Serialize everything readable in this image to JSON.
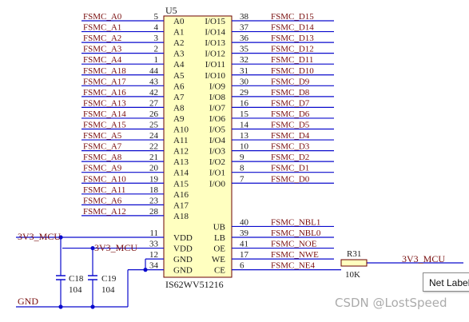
{
  "colors": {
    "wire": "#0a0acd",
    "net_label": "#7a1010",
    "pin_number": "#8a1010",
    "chip_fill": "#ffffc0",
    "chip_border": "#6b0000",
    "text": "#1a1a1a",
    "junction": "#0a0acd"
  },
  "chip": {
    "designator": "U5",
    "part_name": "IS62WV51216",
    "left_pins": [
      {
        "net": "FSMC_A0",
        "num": "5",
        "name": "A0"
      },
      {
        "net": "FSMC_A1",
        "num": "4",
        "name": "A1"
      },
      {
        "net": "FSMC_A2",
        "num": "3",
        "name": "A2"
      },
      {
        "net": "FSMC_A3",
        "num": "2",
        "name": "A3"
      },
      {
        "net": "FSMC_A4",
        "num": "1",
        "name": "A4"
      },
      {
        "net": "FSMC_A18",
        "num": "44",
        "name": "A5"
      },
      {
        "net": "FSMC_A17",
        "num": "43",
        "name": "A6"
      },
      {
        "net": "FSMC_A16",
        "num": "42",
        "name": "A7"
      },
      {
        "net": "FSMC_A13",
        "num": "27",
        "name": "A8"
      },
      {
        "net": "FSMC_A14",
        "num": "26",
        "name": "A9"
      },
      {
        "net": "FSMC_A15",
        "num": "25",
        "name": "A10"
      },
      {
        "net": "FSMC_A5",
        "num": "24",
        "name": "A11"
      },
      {
        "net": "FSMC_A7",
        "num": "22",
        "name": "A12"
      },
      {
        "net": "FSMC_A8",
        "num": "21",
        "name": "A13"
      },
      {
        "net": "FSMC_A9",
        "num": "20",
        "name": "A14"
      },
      {
        "net": "FSMC_A10",
        "num": "19",
        "name": "A15"
      },
      {
        "net": "FSMC_A11",
        "num": "18",
        "name": "A16"
      },
      {
        "net": "FSMC_A6",
        "num": "23",
        "name": "A17"
      },
      {
        "net": "FSMC_A12",
        "num": "28",
        "name": "A18"
      }
    ],
    "right_pins": [
      {
        "net": "FSMC_D15",
        "num": "38",
        "name": "I/O15"
      },
      {
        "net": "FSMC_D14",
        "num": "37",
        "name": "I/O14"
      },
      {
        "net": "FSMC_D13",
        "num": "36",
        "name": "I/O13"
      },
      {
        "net": "FSMC_D12",
        "num": "35",
        "name": "I/O12"
      },
      {
        "net": "FSMC_D11",
        "num": "32",
        "name": "I/O11"
      },
      {
        "net": "FSMC_D10",
        "num": "31",
        "name": "I/O10"
      },
      {
        "net": "FSMC_D9",
        "num": "30",
        "name": "I/O9"
      },
      {
        "net": "FSMC_D8",
        "num": "29",
        "name": "I/O8"
      },
      {
        "net": "FSMC_D7",
        "num": "16",
        "name": "I/O7"
      },
      {
        "net": "FSMC_D6",
        "num": "15",
        "name": "I/O6"
      },
      {
        "net": "FSMC_D5",
        "num": "14",
        "name": "I/O5"
      },
      {
        "net": "FSMC_D4",
        "num": "13",
        "name": "I/O4"
      },
      {
        "net": "FSMC_D3",
        "num": "10",
        "name": "I/O3"
      },
      {
        "net": "FSMC_D2",
        "num": "9",
        "name": "I/O2"
      },
      {
        "net": "FSMC_D1",
        "num": "8",
        "name": "I/O1"
      },
      {
        "net": "FSMC_D0",
        "num": "7",
        "name": "I/O0"
      }
    ],
    "control_pins": [
      {
        "net": "FSMC_NBL1",
        "num": "40",
        "name": "UB"
      },
      {
        "net": "FSMC_NBL0",
        "num": "39",
        "name": "LB"
      },
      {
        "net": "FSMC_NOE",
        "num": "41",
        "name": "OE"
      },
      {
        "net": "FSMC_NWE",
        "num": "17",
        "name": "WE"
      },
      {
        "net": "FSMC_NE4",
        "num": "6",
        "name": "CE"
      }
    ],
    "power_pins": [
      {
        "num": "11",
        "name": "VDD"
      },
      {
        "num": "33",
        "name": "VDD"
      },
      {
        "num": "12",
        "name": "GND"
      },
      {
        "num": "34",
        "name": "GND"
      }
    ]
  },
  "nets": {
    "vdd_left": "3V3_MCU",
    "vdd_mid": "3V3_MCU",
    "gnd": "GND",
    "ce_pullup": "3V3_MCU"
  },
  "capacitors": [
    {
      "designator": "C18",
      "value": "104"
    },
    {
      "designator": "C19",
      "value": "104"
    }
  ],
  "resistor": {
    "designator": "R31",
    "value": "10K"
  },
  "tooltip": "Net Label",
  "watermark": "CSDN @LostSpeed"
}
